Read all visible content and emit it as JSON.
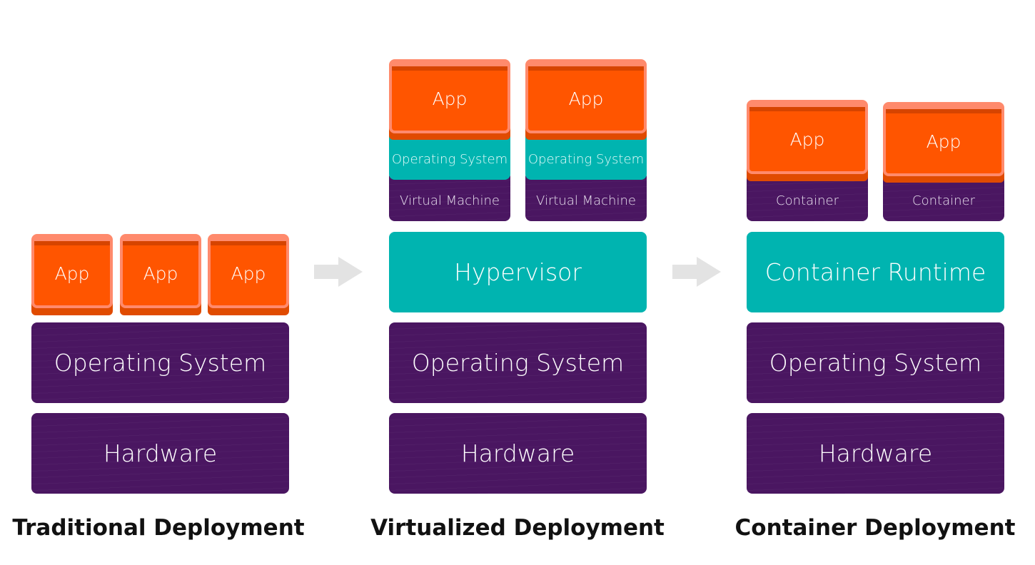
{
  "colors": {
    "app": "#ff5500",
    "app_border": "#ff8a6c",
    "purple": "#4a1661",
    "teal": "#00b4b0",
    "arrow": "#e3e3e3"
  },
  "traditional": {
    "caption": "Traditional Deployment",
    "apps": [
      "App",
      "App",
      "App"
    ],
    "os": "Operating System",
    "hardware": "Hardware"
  },
  "virtualized": {
    "caption": "Virtualized Deployment",
    "vms": [
      {
        "app": "App",
        "os": "Operating System",
        "vm": "Virtual Machine"
      },
      {
        "app": "App",
        "os": "Operating System",
        "vm": "Virtual Machine"
      }
    ],
    "hypervisor": "Hypervisor",
    "os": "Operating System",
    "hardware": "Hardware"
  },
  "container": {
    "caption": "Container Deployment",
    "containers": [
      {
        "app": "App",
        "label": "Container"
      },
      {
        "app": "App",
        "label": "Container"
      }
    ],
    "runtime": "Container Runtime",
    "os": "Operating System",
    "hardware": "Hardware"
  }
}
